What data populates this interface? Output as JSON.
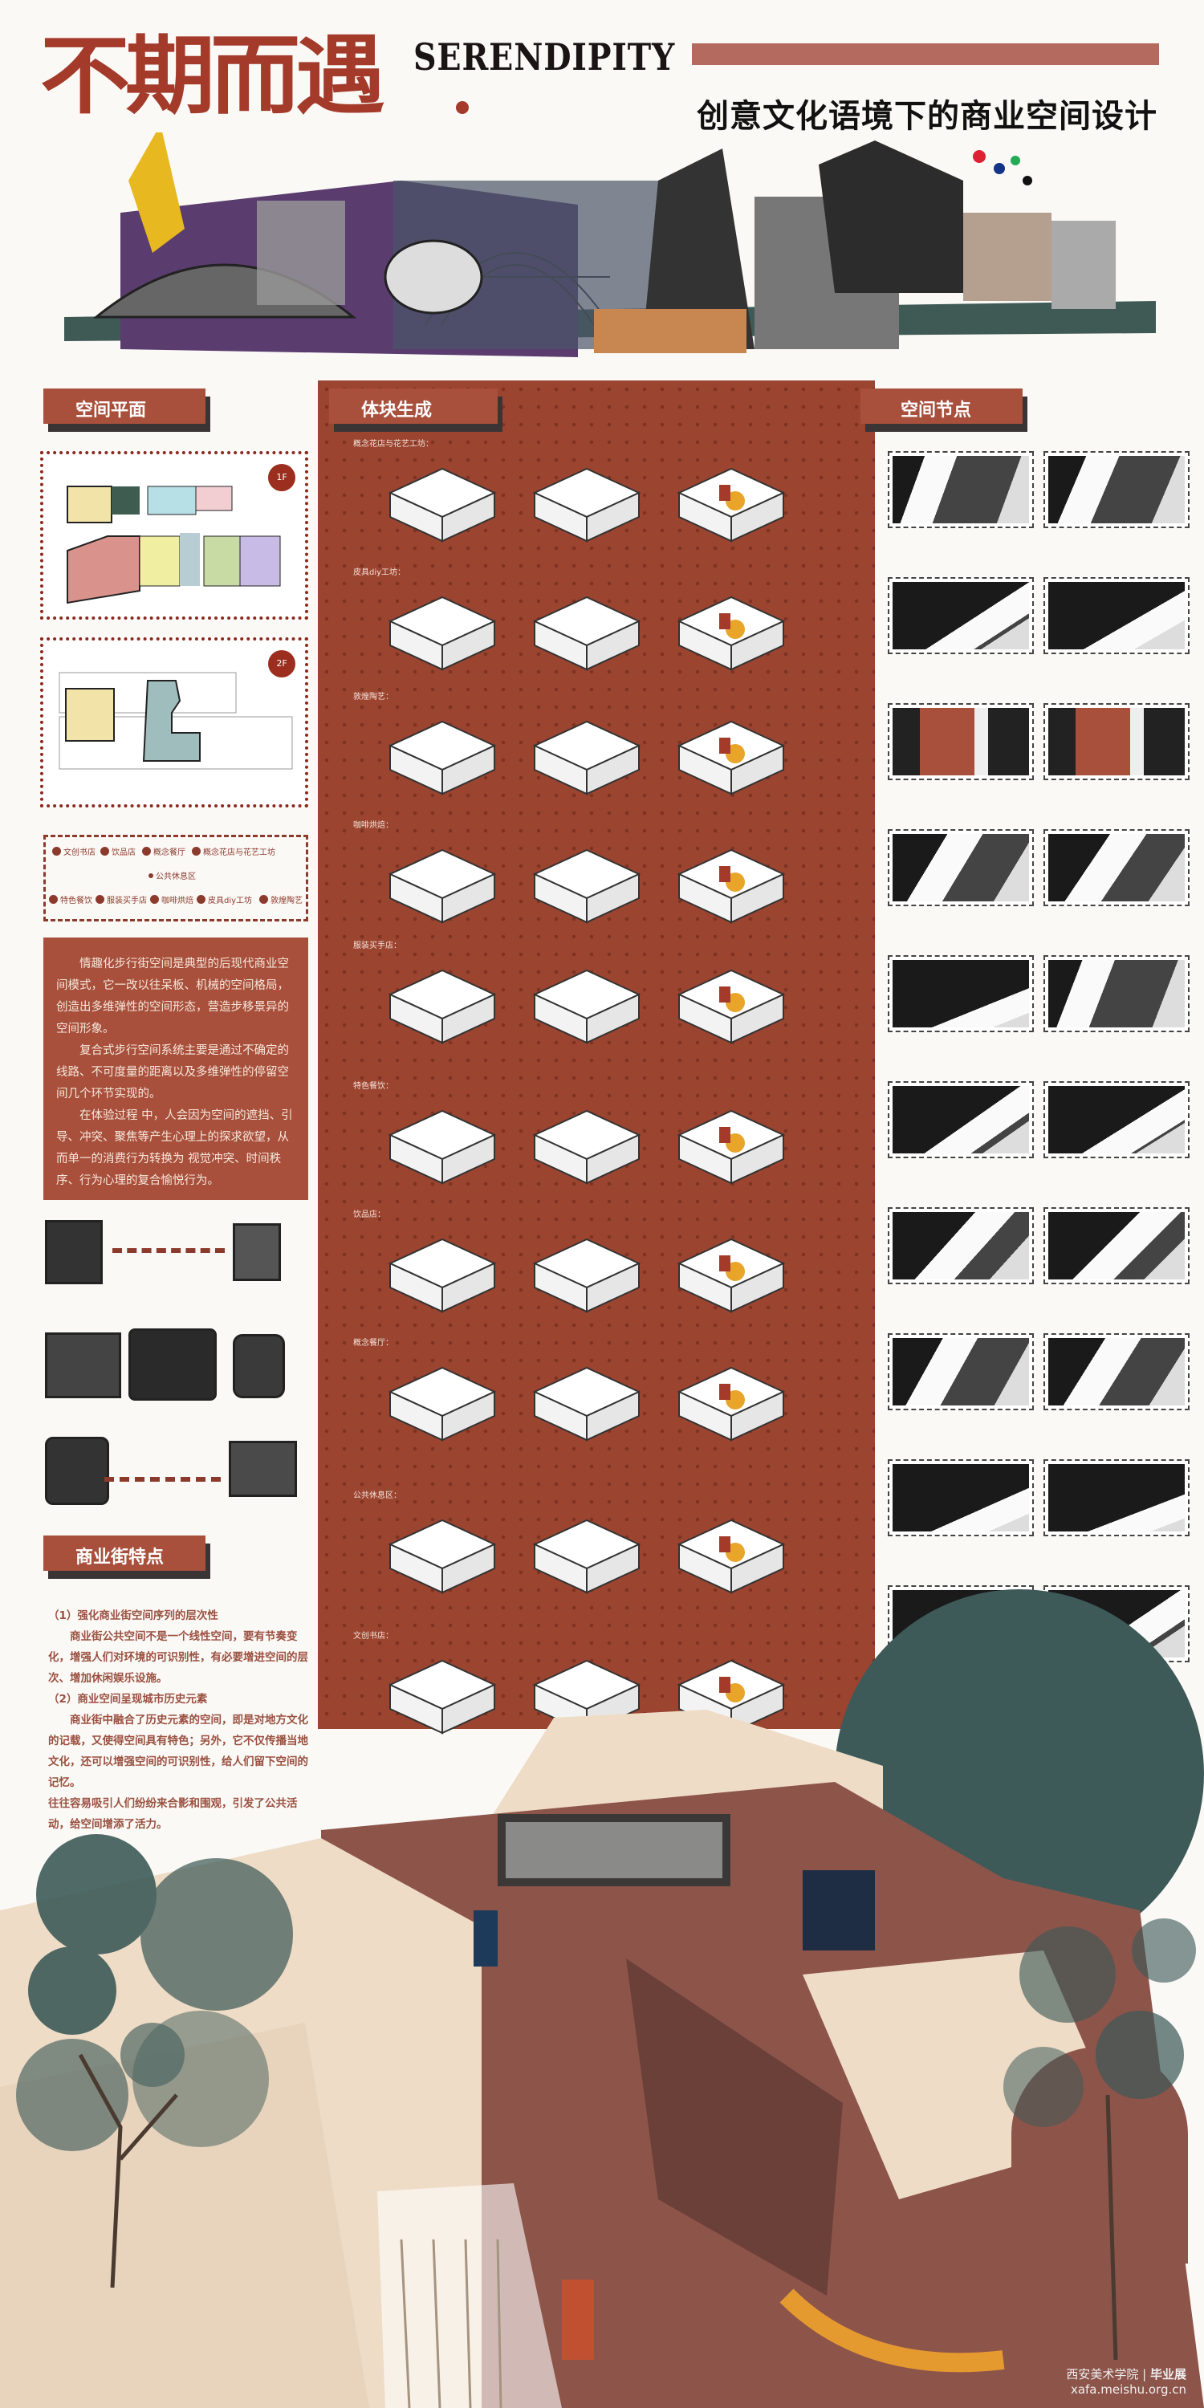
{
  "title": {
    "cn": "不期而遇",
    "en": "SERENDIPITY",
    "subtitle": "创意文化语境下的商业空间设计"
  },
  "sections": {
    "plan": "空间平面",
    "massing": "体块生成",
    "nodes": "空间节点",
    "features": "商业街特点"
  },
  "floor_badges": [
    "1F",
    "2F"
  ],
  "legend": [
    "文创书店",
    "饮品店",
    "概念餐厅",
    "概念花店与花艺工坊",
    "公共休息区",
    "特色餐饮",
    "服装买手店",
    "咖啡烘焙",
    "皮具diy工坊",
    "敦煌陶艺"
  ],
  "intro": [
    "情趣化步行街空间是典型的后现代商业空间模式，它一改以往呆板、机械的空间格局，创造出多维弹性的空间形态，营造步移景异的空间形象。",
    "复合式步行空间系统主要是通过不确定的线路、不可度量的距离以及多维弹性的停留空间几个环节实现的。",
    "在体验过程 中，人会因为空间的遮挡、引导、冲突、聚焦等产生心理上的探求欲望，从而单一的消费行为转换为 视觉冲突、时间秩序、行为心理的复合愉悦行为。"
  ],
  "massing_rows": [
    "概念花店与花艺工坊：",
    "皮具diy工坊：",
    "敦煌陶艺：",
    "咖啡烘焙：",
    "服装买手店：",
    "特色餐饮：",
    "饮品店：",
    "概念餐厅：",
    "公共休息区：",
    "文创书店："
  ],
  "features": {
    "h1": "（1）强化商业街空间序列的层次性",
    "p1": "商业街公共空间不是一个线性空间，要有节奏变化，增强人们对环境的可识别性，有必要增进空间的层次、增加休闲娱乐设施。",
    "h2": "（2）商业空间呈现城市历史元素",
    "p2": "商业街中融合了历史元素的空间，即是对地方文化的记载，又使得空间具有特色；另外，它不仅传播当地文化，还可以增强空间的可识别性，给人们留下空间的记忆。",
    "p3": "往往容易吸引人们纷纷来合影和围观，引发了公共活动，给空间增添了活力。"
  },
  "credit": {
    "school": "西安美术学院",
    "exhibit": "毕业展",
    "url": "xafa.meishu.org.cn"
  },
  "colors": {
    "brand": "#a33a2a",
    "panel": "#9b4430",
    "teal": "#3d5a58",
    "beige": "#eedcc6"
  }
}
